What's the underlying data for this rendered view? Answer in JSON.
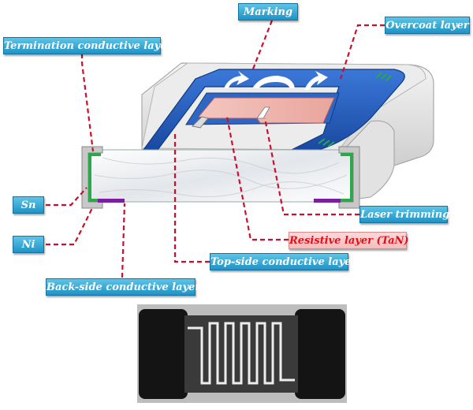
{
  "labels": {
    "marking": "Marking",
    "overcoat": "Overcoat layer",
    "termination": "Termination conductive layer",
    "sn": "Sn",
    "ni": "Ni",
    "back_side": "Back-side conductive layer",
    "top_side": "Top-side conductive layer",
    "resistive": "Resistive layer (TaN)",
    "laser": "Laser trimming"
  },
  "colors": {
    "label_fill": "#2aa3d6",
    "resistive_text": "#e0101a",
    "leader_line": "#c8102e",
    "overcoat": "#1e5bbf",
    "resistive_layer": "#f0b7b0",
    "termination": "#2aa84a",
    "back_conductor": "#7a1fa0"
  }
}
